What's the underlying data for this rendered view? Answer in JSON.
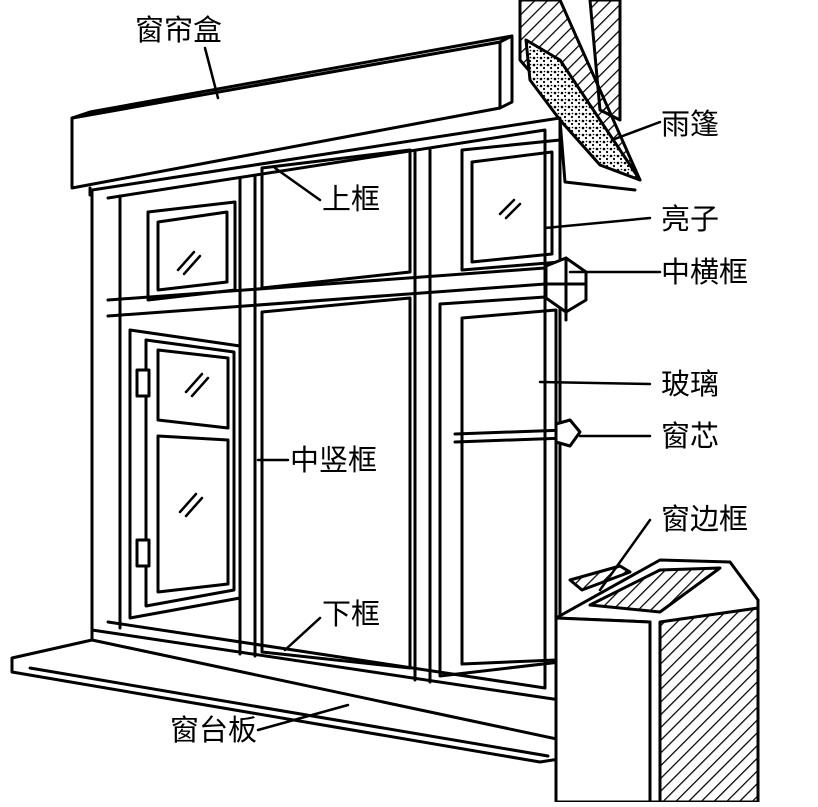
{
  "diagram": {
    "labels": {
      "curtain_box": "窗帘盒",
      "canopy": "雨篷",
      "top_frame": "上框",
      "transom_window": "亮子",
      "middle_transom": "中横框",
      "glass": "玻璃",
      "muntin": "窗芯",
      "middle_mullion": "中竖框",
      "side_frame": "窗边框",
      "bottom_frame": "下框",
      "window_sill": "窗台板"
    },
    "colors": {
      "ink": "#000000",
      "paper": "#ffffff"
    }
  }
}
